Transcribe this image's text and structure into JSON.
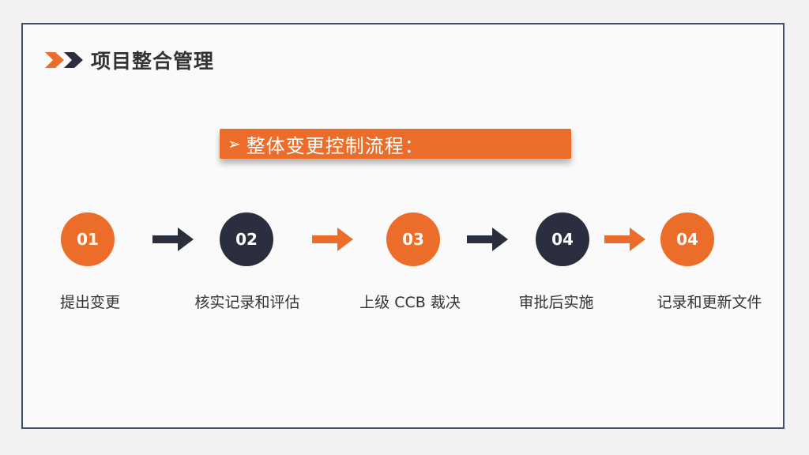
{
  "theme": {
    "accent": "#ec6d2a",
    "dark": "#2a2e3e",
    "frame": "#445063"
  },
  "header": {
    "icon": "double-chevron-icon",
    "title": "项目整合管理"
  },
  "banner": {
    "marker": "➢",
    "text": "整体变更控制流程："
  },
  "steps": [
    {
      "number": "01",
      "label": "提出变更",
      "color": "orange"
    },
    {
      "number": "02",
      "label": "核实记录和评估",
      "color": "dark"
    },
    {
      "number": "03",
      "label": "上级 CCB 裁决",
      "color": "orange"
    },
    {
      "number": "04",
      "label": "审批后实施",
      "color": "dark"
    },
    {
      "number": "04",
      "label": "记录和更新文件",
      "color": "orange"
    }
  ],
  "arrows": [
    {
      "icon": "arrow-right-icon",
      "color": "dark"
    },
    {
      "icon": "arrow-right-icon",
      "color": "orange"
    },
    {
      "icon": "arrow-right-icon",
      "color": "dark"
    },
    {
      "icon": "arrow-right-icon",
      "color": "orange"
    }
  ]
}
